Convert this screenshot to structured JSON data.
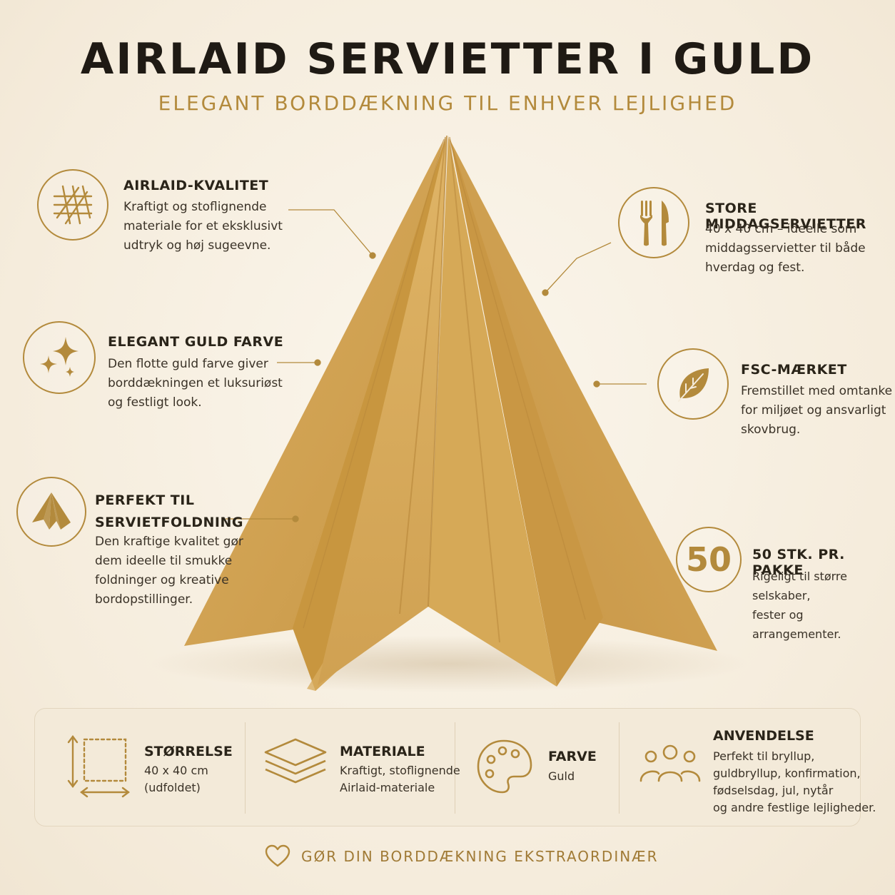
{
  "header": {
    "title": "AIRLAID SERVIETTER I GULD",
    "subtitle": "ELEGANT BORDDÆKNING TIL ENHVER LEJLIGHED"
  },
  "colors": {
    "accent": "#b38a3c",
    "napkin": "#d4a656",
    "background": "#f7efe2"
  },
  "features": {
    "quality": {
      "icon": "weave-icon",
      "title": "AIRLAID-KVALITET",
      "lines": [
        "Kraftigt og stoflignende",
        "materiale for et eksklusivt",
        "udtryk og høj sugeevne."
      ]
    },
    "color": {
      "icon": "sparkle-icon",
      "title": "ELEGANT GULD FARVE",
      "lines": [
        "Den flotte guld farve giver",
        "borddækningen et luksuriøst",
        "og festligt look."
      ]
    },
    "folding": {
      "icon": "folded-napkin-icon",
      "title_lines": [
        "PERFEKT TIL",
        "SERVIETFOLDNING"
      ],
      "lines": [
        "Den kraftige kvalitet gør",
        "dem ideelle til smukke",
        "foldninger og kreative",
        "bordopstillinger."
      ]
    },
    "dinner": {
      "icon": "fork-knife-icon",
      "title": "STORE MIDDAGSERVIETTER",
      "lines": [
        "40 x 40 cm – ideelle som",
        "middagsservietter til både",
        "hverdag og fest."
      ]
    },
    "fsc": {
      "icon": "leaf-icon",
      "title": "FSC-MÆRKET",
      "lines": [
        "Fremstillet med omtanke",
        "for miljøet og ansvarligt",
        "skovbrug."
      ]
    },
    "pack": {
      "badge": "50",
      "title": "50 STK. PR. PAKKE",
      "lines": [
        "Rigeligt til større selskaber,",
        "fester og arrangementer."
      ]
    }
  },
  "specs": {
    "size": {
      "icon": "dimensions-icon",
      "title": "STØRRELSE",
      "lines": [
        "40 x 40 cm",
        "(udfoldet)"
      ]
    },
    "material": {
      "icon": "layers-icon",
      "title": "MATERIALE",
      "lines": [
        "Kraftigt, stoflignende",
        "Airlaid-materiale"
      ]
    },
    "color": {
      "icon": "palette-icon",
      "title": "FARVE",
      "lines": [
        "Guld"
      ]
    },
    "usage": {
      "icon": "people-icon",
      "title": "ANVENDELSE",
      "lines": [
        "Perfekt til bryllup,",
        "guldbryllup, konfirmation,",
        "fødselsdag, jul, nytår",
        "og andre festlige lejligheder."
      ]
    }
  },
  "footer": {
    "icon": "heart-icon",
    "text": "GØR DIN BORDDÆKNING EKSTRAORDINÆR"
  }
}
